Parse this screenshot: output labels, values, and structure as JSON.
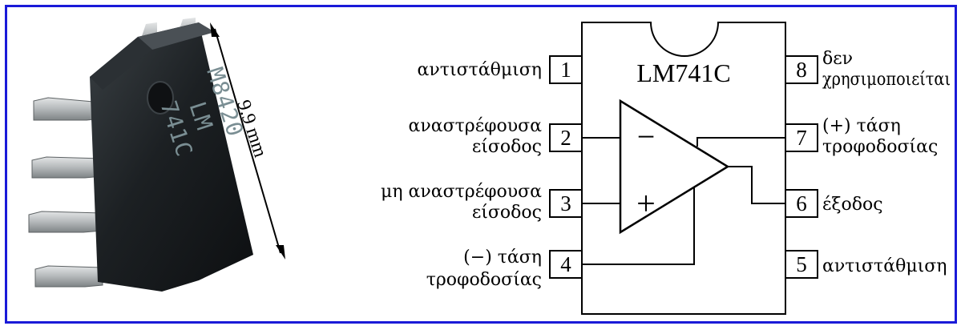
{
  "photo": {
    "marking_lines": [
      "M8420",
      "LM",
      "741C"
    ],
    "dimension_label": "9.9 mm"
  },
  "diagram": {
    "chip_title": "LM741C",
    "left_pins": [
      {
        "number": "1",
        "label_lines": [
          "αντιστάθμιση"
        ]
      },
      {
        "number": "2",
        "label_lines": [
          "αναστρέφουσα",
          "είσοδος"
        ]
      },
      {
        "number": "3",
        "label_lines": [
          "μη αναστρέφουσα",
          "είσοδος"
        ]
      },
      {
        "number": "4",
        "label_lines": [
          "(−) τάση",
          "τροφοδοσίας"
        ]
      }
    ],
    "right_pins": [
      {
        "number": "8",
        "label_lines": [
          "δεν",
          "χρησιμοποιείται"
        ]
      },
      {
        "number": "7",
        "label_lines": [
          "(+) τάση",
          "τροφοδοσίας"
        ]
      },
      {
        "number": "6",
        "label_lines": [
          "έξοδος"
        ]
      },
      {
        "number": "5",
        "label_lines": [
          "αντιστάθμιση"
        ]
      }
    ],
    "inverting_symbol": "−",
    "noninverting_symbol": "+"
  },
  "colors": {
    "border": "#1a1ad8",
    "chip_body": "#1f2326",
    "pins": "#b9bcbd"
  }
}
